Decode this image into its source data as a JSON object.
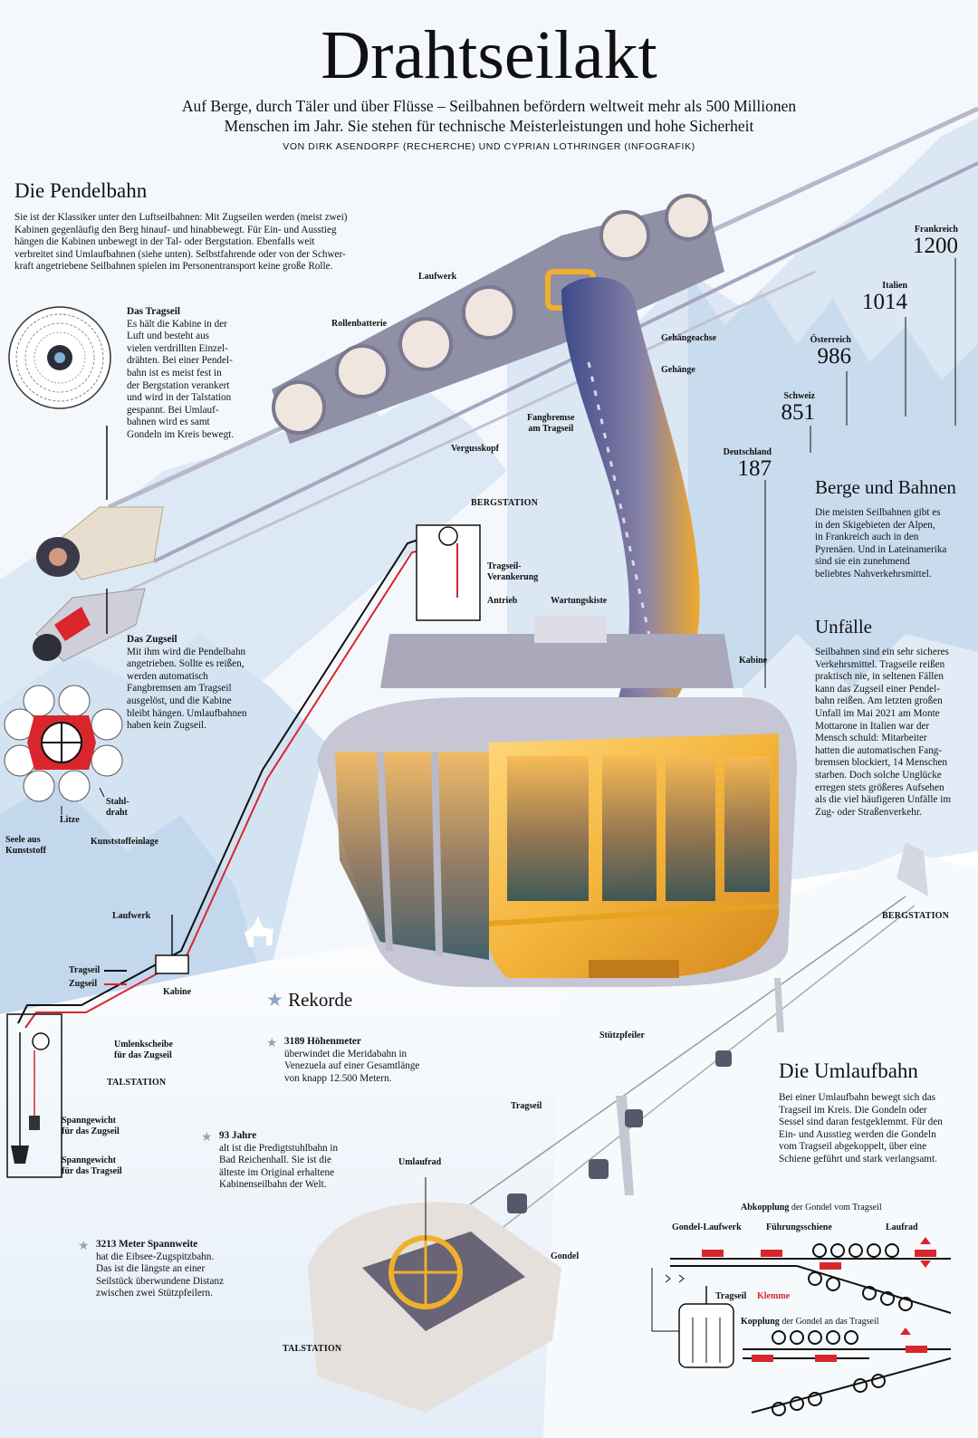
{
  "header": {
    "title": "Drahtseilakt",
    "subtitle_line1": "Auf Berge, durch Täler und über Flüsse – Seilbahnen befördern weltweit mehr als 500 Millionen",
    "subtitle_line2": "Menschen im Jahr. Sie stehen für technische Meisterleistungen und hohe Sicherheit",
    "byline": "VON DIRK ASENDORPF (RECHERCHE) UND CYPRIAN LOTHRINGER (INFOGRAFIK)"
  },
  "pendelbahn": {
    "heading": "Die Pendelbahn",
    "text": [
      "Sie ist der Klassiker unter den Luftseilbahnen: Mit Zugseilen werden (meist zwei)",
      "Kabinen gegenläufig den Berg hinauf- und hinabbewegt. Für Ein- und Ausstieg",
      "hängen die Kabinen unbewegt in der Tal- oder Bergstation. Ebenfalls weit",
      "verbreitet sind Umlaufbahnen (siehe unten). Selbstfahrende oder von der Schwer-",
      "kraft angetriebene Seilbahnen spielen im Personentransport keine große Rolle."
    ]
  },
  "tragseil": {
    "title": "Das Tragseil",
    "text": [
      "Es hält die Kabine in der",
      "Luft und besteht aus",
      "vielen verdrillten Einzel-",
      "drähten. Bei einer Pendel-",
      "bahn ist es meist fest in",
      "der Bergstation verankert",
      "und wird in der Talstation",
      "gespannt. Bei Umlauf-",
      "bahnen wird es samt",
      "Gondeln im Kreis bewegt."
    ]
  },
  "zugseil": {
    "title": "Das Zugseil",
    "text": [
      "Mit ihm wird die Pendelbahn",
      "angetrieben. Sollte es reißen,",
      "werden automatisch",
      "Fangbremsen am Tragseil",
      "ausgelöst, und die Kabine",
      "bleibt hängen. Umlaufbahnen",
      "haben kein Zugseil."
    ]
  },
  "cable_labels": {
    "stahldraht_1": "Stahl-",
    "stahldraht_2": "draht",
    "litze": "Litze",
    "seele_1": "Seele aus",
    "seele_2": "Kunststoff",
    "einlage": "Kunststoffeinlage"
  },
  "gondola_labels": {
    "laufwerk": "Laufwerk",
    "rollenbatterie": "Rollenbatterie",
    "gehaengeachse": "Gehängeachse",
    "gehaenge": "Gehänge",
    "fangbremse_1": "Fangbremse",
    "fangbremse_2": "am Tragseil",
    "vergusskopf": "Vergusskopf",
    "wartungskiste": "Wartungskiste",
    "kabine": "Kabine"
  },
  "station_labels": {
    "bergstation": "BERGSTATION",
    "tragseil_verankerung_1": "Tragseil-",
    "tragseil_verankerung_2": "Verankerung",
    "antrieb": "Antrieb",
    "laufwerk": "Laufwerk",
    "kabine": "Kabine",
    "legend_tragseil": "Tragseil",
    "legend_zugseil": "Zugseil",
    "umlenk_1": "Umlenkscheibe",
    "umlenk_2": "für das Zugseil",
    "talstation": "TALSTATION",
    "spann_zug_1": "Spanngewicht",
    "spann_zug_2": "für das Zugseil",
    "spann_trag_1": "Spanngewicht",
    "spann_trag_2": "für das Tragseil"
  },
  "countries": [
    {
      "name": "Frankreich",
      "value": "1200"
    },
    {
      "name": "Italien",
      "value": "1014"
    },
    {
      "name": "Österreich",
      "value": "986"
    },
    {
      "name": "Schweiz",
      "value": "851"
    },
    {
      "name": "Deutschland",
      "value": "187"
    }
  ],
  "berge": {
    "heading": "Berge und Bahnen",
    "text": [
      "Die meisten Seilbahnen gibt es",
      "in den Skigebieten der Alpen,",
      "in Frankreich auch in den",
      "Pyrenäen. Und in Lateinamerika",
      "sind sie ein zunehmend",
      "beliebtes Nahverkehrsmittel."
    ]
  },
  "unfaelle": {
    "heading": "Unfälle",
    "text": [
      "Seilbahnen sind ein sehr sicheres",
      "Verkehrsmittel. Tragseile reißen",
      "praktisch nie, in seltenen Fällen",
      "kann das Zugseil einer Pendel-",
      "bahn reißen. Am letzten großen",
      "Unfall im Mai 2021 am Monte",
      "Mottarone in Italien war der",
      "Mensch schuld: Mitarbeiter",
      "hatten die automatischen Fang-",
      "bremsen blockiert, 14 Menschen",
      "starben. Doch solche Unglücke",
      "erregen stets größeres Aufsehen",
      "als die viel häufigeren Unfälle im",
      "Zug- oder Straßenverkehr."
    ]
  },
  "rekorde": {
    "heading": "Rekorde",
    "r1_title": "3189 Höhenmeter",
    "r1_text": [
      "überwindet die Meridabahn in",
      "Venezuela auf einer Gesamtlänge",
      "von knapp 12.500 Metern."
    ],
    "r2_title": "93 Jahre",
    "r2_text": [
      "alt ist die Predigtstuhlbahn in",
      "Bad Reichenhall. Sie ist die",
      "älteste im Original erhaltene",
      "Kabinenseilbahn der Welt."
    ],
    "r3_title": "3213 Meter Spannweite",
    "r3_text": [
      "hat die Eibsee-Zugspitzbahn.",
      "Das ist die längste an einer",
      "Seilstück überwundene Distanz",
      "zwischen zwei Stützpfeilern."
    ]
  },
  "umlaufbahn": {
    "heading": "Die Umlaufbahn",
    "text": [
      "Bei einer Umlaufbahn bewegt sich das",
      "Tragseil im Kreis. Die Gondeln oder",
      "Sessel sind daran festgeklemmt. Für den",
      "Ein- und Ausstieg werden die Gondeln",
      "vom Tragseil abgekoppelt, über eine",
      "Schiene geführt und stark verlangsamt."
    ],
    "bergstation": "BERGSTATION",
    "stuetzpfeiler": "Stützpfeiler",
    "tragseil": "Tragseil",
    "umlaufrad": "Umlaufrad",
    "gondel": "Gondel",
    "talstation": "TALSTATION"
  },
  "kopplung": {
    "abkopplung_bold": "Abkopplung",
    "abkopplung_rest": " der Gondel vom Tragseil",
    "gondel_laufwerk": "Gondel-Laufwerk",
    "fuehrungsschiene": "Führungsschiene",
    "laufrad": "Laufrad",
    "tragseil": "Tragseil",
    "klemme": "Klemme",
    "kopplung_bold": "Kopplung",
    "kopplung_rest": " der Gondel an das Tragseil"
  },
  "colors": {
    "zugseil_red": "#d8262c",
    "cabin_yellow": "#f0b02a",
    "metal": "#a9a9bb",
    "sky": "#cfe0f1"
  }
}
